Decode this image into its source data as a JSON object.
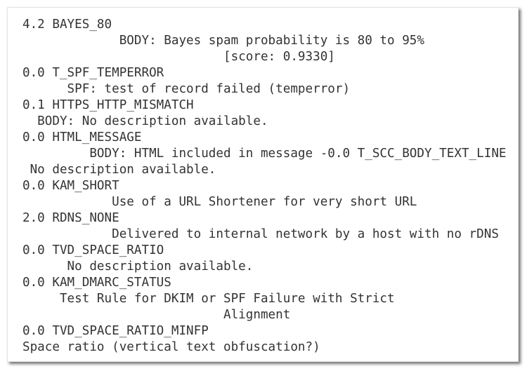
{
  "report": {
    "lines": [
      "4.2 BAYES_80",
      "             BODY: Bayes spam probability is 80 to 95%",
      "                           [score: 0.9330]",
      "0.0 T_SPF_TEMPERROR",
      "      SPF: test of record failed (temperror)",
      "0.1 HTTPS_HTTP_MISMATCH",
      "  BODY: No description available.",
      "0.0 HTML_MESSAGE",
      "         BODY: HTML included in message -0.0 T_SCC_BODY_TEXT_LINE",
      " No description available.",
      "0.0 KAM_SHORT",
      "            Use of a URL Shortener for very short URL",
      "2.0 RDNS_NONE",
      "            Delivered to internal network by a host with no rDNS",
      "0.0 TVD_SPACE_RATIO",
      "      No description available.",
      "0.0 KAM_DMARC_STATUS",
      "     Test Rule for DKIM or SPF Failure with Strict",
      "                           Alignment",
      "0.0 TVD_SPACE_RATIO_MINFP",
      "Space ratio (vertical text obfuscation?)"
    ]
  }
}
